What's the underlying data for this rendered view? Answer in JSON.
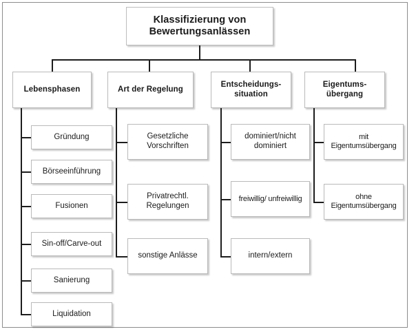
{
  "diagram": {
    "type": "tree",
    "title": "Klassifizierung von\nBewertungsanlässen",
    "root": {
      "label": "Klassifizierung von\nBewertungsanlässen"
    },
    "branches": [
      {
        "header": "Lebensphasen",
        "items": [
          "Gründung",
          "Börseeinführung",
          "Fusionen",
          "Sin-off/Carve-out",
          "Sanierung",
          "Liquidation"
        ]
      },
      {
        "header": "Art der Regelung",
        "items": [
          "Gesetzliche\nVorschriften",
          "Privatrechtl.\nRegelungen",
          "sonstige Anlässe"
        ]
      },
      {
        "header": "Entscheidungs-\nsituation",
        "items": [
          "dominiert/nicht\ndominiert",
          "freiwillig/ unfreiwillig",
          "intern/extern"
        ]
      },
      {
        "header": "Eigentums-\nübergang",
        "items": [
          "mit\nEigentumsübergang",
          "ohne\nEigentumsübergang"
        ]
      }
    ],
    "colors": {
      "frame_border": "#8c8c8c",
      "node_border": "#b9b9b9",
      "connector": "#1c1c1c",
      "background": "#ffffff",
      "text": "#1a1a1a"
    }
  }
}
